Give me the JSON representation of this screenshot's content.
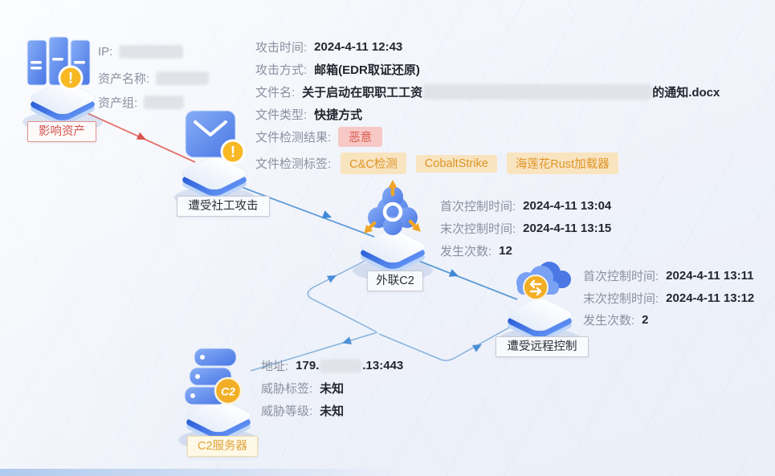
{
  "colors": {
    "edge_blue": "#5E9CD6",
    "edge_loop": "#86B2DD",
    "edge_red": "#E3736C",
    "accent_yellow": "#F5B826",
    "danger_text": "#DC5A50",
    "tag_text": "#DE9426"
  },
  "icons": {
    "warning_glyph": "!",
    "c2_badge": "C2"
  },
  "nodes": {
    "asset": {
      "label": "影响资产",
      "fields": [
        {
          "label": "IP:"
        },
        {
          "label": "资产名称:"
        },
        {
          "label": "资产组:"
        }
      ]
    },
    "social": {
      "label": "遭受社工攻击"
    },
    "attack_info": {
      "rows": [
        {
          "label": "攻击时间:",
          "value": "2024-4-11 12:43"
        },
        {
          "label": "攻击方式:",
          "value": "邮箱(EDR取证还原)"
        },
        {
          "label": "文件名:",
          "value_prefix": "关于启动在职职工工资",
          "value_suffix": "的通知.docx"
        },
        {
          "label": "文件类型:",
          "value": "快捷方式"
        },
        {
          "label": "文件检测结果:",
          "badge": "恶意"
        },
        {
          "label": "文件检测标签:",
          "tags": [
            "C&C检测",
            "CobaltStrike",
            "海莲花Rust加载器"
          ]
        }
      ]
    },
    "c2_outreach": {
      "label": "外联C2",
      "rows": [
        {
          "label": "首次控制时间:",
          "value": "2024-4-11 13:04"
        },
        {
          "label": "末次控制时间:",
          "value": "2024-4-11 13:15"
        },
        {
          "label": "发生次数:",
          "value": "12"
        }
      ]
    },
    "remote_control": {
      "label": "遭受远程控制",
      "rows": [
        {
          "label": "首次控制时间:",
          "value": "2024-4-11 13:11"
        },
        {
          "label": "末次控制时间:",
          "value": "2024-4-11 13:12"
        },
        {
          "label": "发生次数:",
          "value": "2"
        }
      ]
    },
    "c2_server": {
      "label": "C2服务器",
      "rows": [
        {
          "label": "地址:",
          "value_prefix": "179.",
          "value_suffix": ".13:443"
        },
        {
          "label": "威胁标签:",
          "value": "未知"
        },
        {
          "label": "威胁等级:",
          "value": "未知"
        }
      ]
    }
  }
}
